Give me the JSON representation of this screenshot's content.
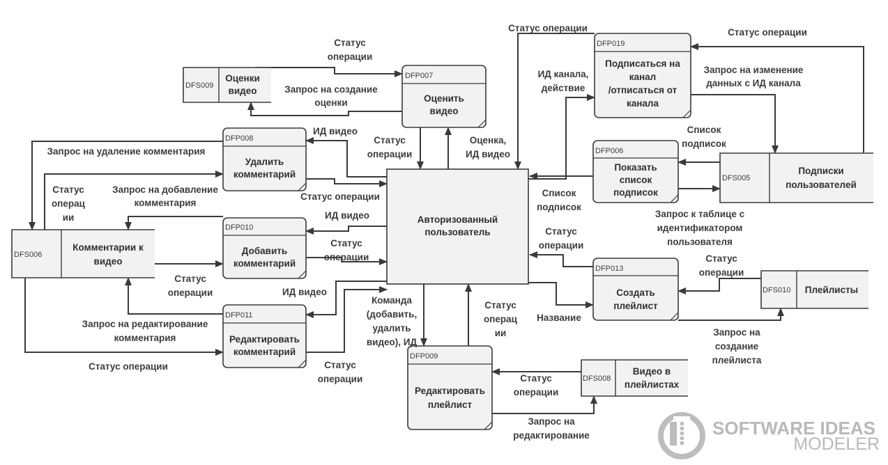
{
  "processes": {
    "p007": {
      "id": "DFP007",
      "title": [
        "Оценить",
        "видео"
      ]
    },
    "p008": {
      "id": "DFP008",
      "title": [
        "Удалить",
        "комментарий"
      ]
    },
    "p010": {
      "id": "DFP010",
      "title": [
        "Добавить",
        "комментарий"
      ]
    },
    "p011": {
      "id": "DFP011",
      "title": [
        "Редактировать",
        "комментарий"
      ]
    },
    "p009": {
      "id": "DFP009",
      "title": [
        "Редактировать",
        "плейлист"
      ]
    },
    "p019": {
      "id": "DFP019",
      "title": [
        "Подписаться на",
        "канал",
        "/отписаться от",
        "канала"
      ]
    },
    "p006": {
      "id": "DFP006",
      "title": [
        "Показать",
        "список",
        "подписок"
      ]
    },
    "p013": {
      "id": "DFP013",
      "title": [
        "Создать",
        "плейлист"
      ]
    }
  },
  "stores": {
    "s009": {
      "id": "DFS009",
      "title": [
        "Оценки",
        "видео"
      ]
    },
    "s006": {
      "id": "DFS006",
      "title": [
        "Комментарии к",
        "видео"
      ]
    },
    "s005": {
      "id": "DFS005",
      "title": [
        "Подписки",
        "пользователей"
      ]
    },
    "s010": {
      "id": "DFS010",
      "title": [
        "Плейлисты"
      ]
    },
    "s008": {
      "id": "DFS008",
      "title": [
        "Видео в",
        "плейлистах"
      ]
    }
  },
  "entity": {
    "title": [
      "Авторизованный",
      "пользователь"
    ]
  },
  "flows": {
    "f1": [
      "Статус",
      "операции"
    ],
    "f2": [
      "Запрос на создание",
      "оценки"
    ],
    "f3": [
      "Статус",
      "операции"
    ],
    "f4": [
      "Оценка,",
      "ИД видео"
    ],
    "f5": [
      "ИД видео"
    ],
    "f6": [
      "Запрос на удаление комментария"
    ],
    "f7": [
      "Статус",
      "операц",
      "ии"
    ],
    "f8": [
      "Запрос на добавление",
      "комментария"
    ],
    "f9": [
      "Статус операции"
    ],
    "f10": [
      "ИД видео"
    ],
    "f11": [
      "Статус",
      "операции"
    ],
    "f12": [
      "Статус",
      "операции"
    ],
    "f13": [
      "ИД видео"
    ],
    "f14": [
      "Запрос на редактирование",
      "комментария"
    ],
    "f15": [
      "Статус операции"
    ],
    "f16": [
      "Статус",
      "операции"
    ],
    "f17": [
      "Команда",
      "(добавить,",
      "удалить",
      "видео), ИД"
    ],
    "f18": [
      "Статус",
      "операц",
      "ии"
    ],
    "f19": [
      "Статус",
      "операции"
    ],
    "f20": [
      "Запрос на",
      "редактирование"
    ],
    "f21": [
      "Статус операции"
    ],
    "f22": [
      "ИД канала,",
      "действие"
    ],
    "f23": [
      "Статус операции"
    ],
    "f24": [
      "Запрос на изменение",
      "данных с ИД канала"
    ],
    "f25": [
      "Список",
      "подписок"
    ],
    "f26": [
      "Список",
      "подписок"
    ],
    "f27": [
      "Запрос к таблице с",
      "идентификатором",
      "пользователя"
    ],
    "f28": [
      "Статус",
      "операции"
    ],
    "f29": [
      "Статус",
      "операции"
    ],
    "f30": [
      "Название"
    ],
    "f31": [
      "Запрос на",
      "создание",
      "плейлиста"
    ]
  },
  "watermark": {
    "line1": "SOFTWARE IDEAS",
    "line2": "MODELER"
  },
  "colors": {
    "line": "#3a3a3a",
    "fill": "#f2f2f2",
    "text": "#3c3c3c",
    "watermark": "#b9b9b9"
  }
}
